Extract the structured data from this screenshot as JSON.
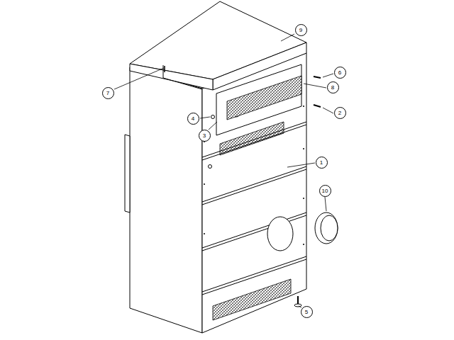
{
  "diagram": {
    "labels": [
      "9",
      "7",
      "6",
      "8",
      "4",
      "2",
      "3",
      "1",
      "10",
      "5"
    ]
  }
}
